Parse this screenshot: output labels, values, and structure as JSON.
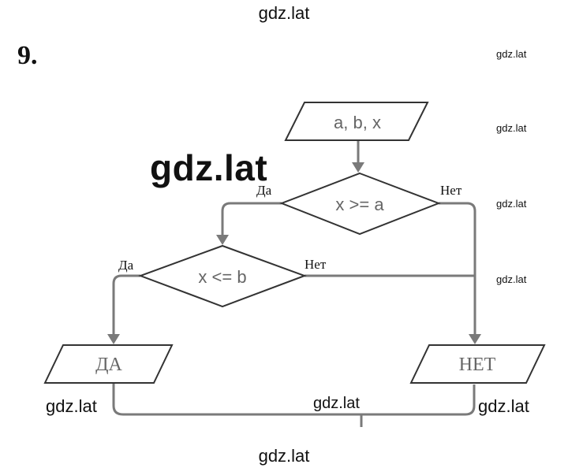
{
  "watermark": "gdz.lat",
  "task_number": "9.",
  "flowchart": {
    "input": "a, b, x",
    "cond1": "x >= a",
    "cond2": "x <= b",
    "yes_label": "Да",
    "no_label": "Нет",
    "out_yes": "ДА",
    "out_no": "НЕТ"
  }
}
